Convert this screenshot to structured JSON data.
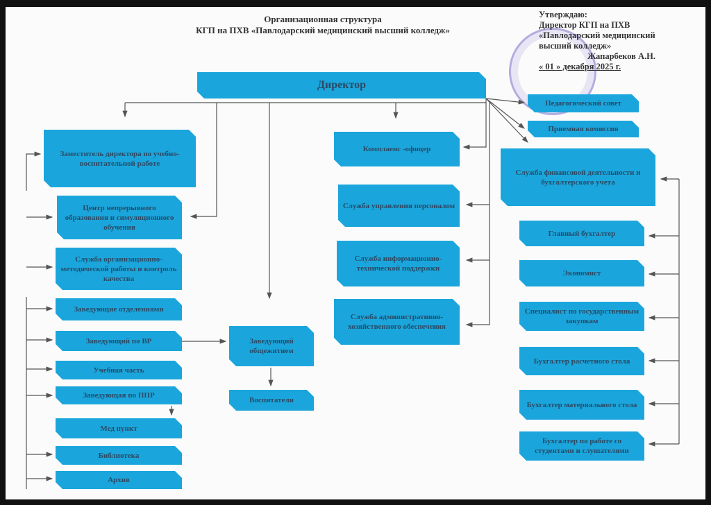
{
  "header": {
    "title_line1": "Организационная структура",
    "title_line2": "КГП на ПХВ «Павлодарский медицинский высший колледж»"
  },
  "approval": {
    "line1": "Утверждаю:",
    "line2": "Директор КГП на ПХВ",
    "line3": "«Павлодарский медицинский",
    "line4": "высший колледж»",
    "signature": "Жапарбеков А.Н.",
    "date": "« 01 »  декабря  2025 г."
  },
  "boxes": {
    "director": "Директор",
    "ped_council": "Педагогический совет",
    "admission": "Приемная комиссия",
    "deputy": "Заместитель директора по учебно-воспитательной работе",
    "center": "Центр непрерывного образования и симуляционного обучения",
    "method": "Служба организационно-методической работы и контроль качества",
    "dept_heads": "Заведующие отделениями",
    "vr_head": "Заведующий по ВР",
    "study": "Учебная часть",
    "ppr_head": "Заведующая по ППР",
    "med": "Мед пункт",
    "library": "Библиотека",
    "archive": "Архив",
    "dorm": "Заведующий общежитием",
    "tutors": "Воспитатели",
    "compliance": "Комплаенс -офицер",
    "hr": "Служба управления персоналом",
    "it": "Служба информационно-технической поддержки",
    "aho": "Служба административно-хозяйственного обеспечения",
    "finance": "Служба финансовой деятельности и бухгалтерского учета",
    "chief_acc": "Главный бухгалтер",
    "economist": "Экономист",
    "procurement": "Специалист по государственным закупкам",
    "payroll": "Бухгалтер расчетного стола",
    "material": "Бухгалтер материального стола",
    "students_acc": "Бухгалтер по работе со студентами и слушателями"
  },
  "colors": {
    "box": "#1aa6dc",
    "text": "#2a4a66",
    "line": "#555555"
  }
}
